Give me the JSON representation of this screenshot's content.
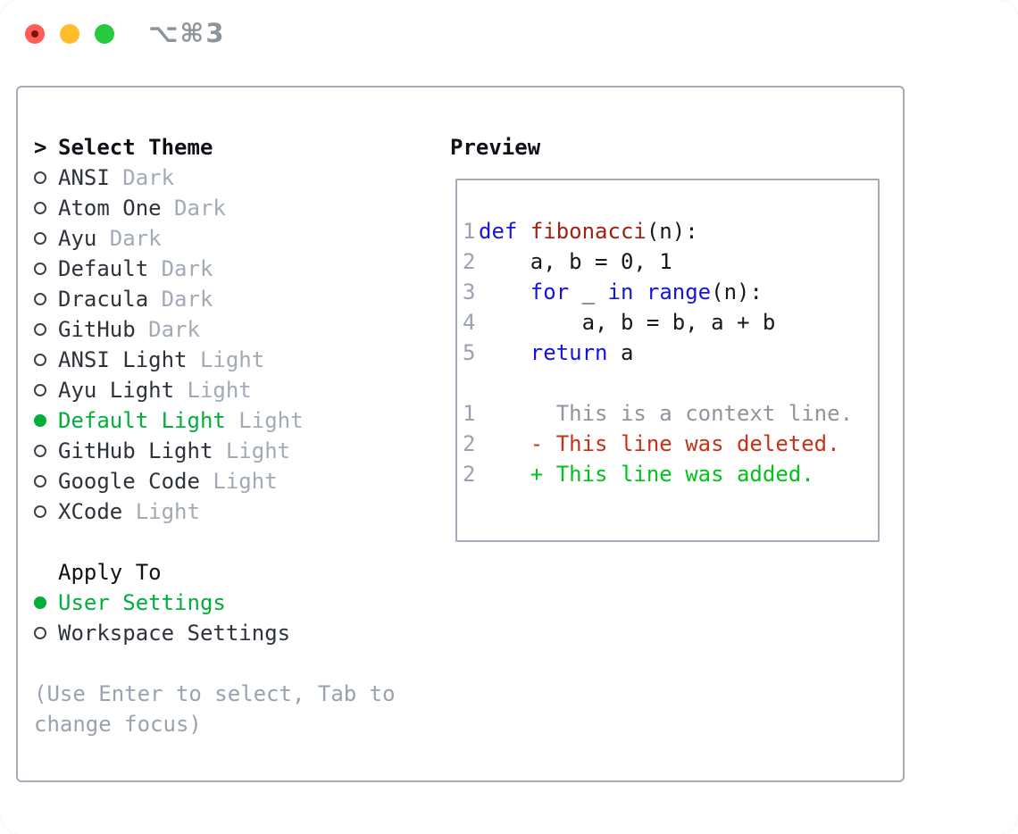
{
  "titlebar": {
    "shortcut": "⌥⌘3"
  },
  "colors": {
    "traffic_red": "#ff5d55",
    "traffic_yellow": "#ffbd2e",
    "traffic_green": "#27c93f",
    "close_dot": "#7d120b",
    "shortcut_gray": "#8e949c",
    "panel_border": "#a5acb8",
    "header_text": "#0e1116",
    "item_text": "#2e333b",
    "tag_gray": "#a2aab6",
    "hint_gray": "#99a2ae",
    "radio_outline": "#3d434c",
    "accent_green": "#00ae3a",
    "keyword_blue": "#1414e0",
    "function_red": "#a3200f",
    "code_text": "#15181d",
    "line_number_gray": "#9aa2b0",
    "context_gray": "#8f959e",
    "deleted_red": "#c93018",
    "added_green": "#00c31b"
  },
  "theme_panel": {
    "title_marker": ">",
    "title": "Select Theme",
    "themes": [
      {
        "name": "ANSI",
        "variant": "Dark",
        "selected": false
      },
      {
        "name": "Atom One",
        "variant": "Dark",
        "selected": false
      },
      {
        "name": "Ayu",
        "variant": "Dark",
        "selected": false
      },
      {
        "name": "Default",
        "variant": "Dark",
        "selected": false
      },
      {
        "name": "Dracula",
        "variant": "Dark",
        "selected": false
      },
      {
        "name": "GitHub",
        "variant": "Dark",
        "selected": false
      },
      {
        "name": "ANSI Light",
        "variant": "Light",
        "selected": false
      },
      {
        "name": "Ayu Light",
        "variant": "Light",
        "selected": false
      },
      {
        "name": "Default Light",
        "variant": "Light",
        "selected": true
      },
      {
        "name": "GitHub Light",
        "variant": "Light",
        "selected": false
      },
      {
        "name": "Google Code",
        "variant": "Light",
        "selected": false
      },
      {
        "name": "XCode",
        "variant": "Light",
        "selected": false
      }
    ],
    "apply_to": {
      "title": "Apply To",
      "options": [
        {
          "name": "User Settings",
          "selected": true
        },
        {
          "name": "Workspace Settings",
          "selected": false
        }
      ]
    },
    "hint_lines": [
      "(Use Enter to select, Tab to",
      "change focus)"
    ]
  },
  "preview": {
    "title": "Preview",
    "code_lines": [
      {
        "num": "1",
        "tokens": [
          {
            "text": "def",
            "type": "keyword"
          },
          {
            "text": " ",
            "type": "plain"
          },
          {
            "text": "fibonacci",
            "type": "function"
          },
          {
            "text": "(n):",
            "type": "plain"
          }
        ]
      },
      {
        "num": "2",
        "tokens": [
          {
            "text": "    a, b = 0, 1",
            "type": "plain"
          }
        ]
      },
      {
        "num": "3",
        "tokens": [
          {
            "text": "    ",
            "type": "plain"
          },
          {
            "text": "for",
            "type": "keyword"
          },
          {
            "text": " _ ",
            "type": "plain"
          },
          {
            "text": "in",
            "type": "keyword"
          },
          {
            "text": " ",
            "type": "plain"
          },
          {
            "text": "range",
            "type": "keyword"
          },
          {
            "text": "(n):",
            "type": "plain"
          }
        ]
      },
      {
        "num": "4",
        "tokens": [
          {
            "text": "        a, b = b, a + b",
            "type": "plain"
          }
        ]
      },
      {
        "num": "5",
        "tokens": [
          {
            "text": "    ",
            "type": "plain"
          },
          {
            "text": "return",
            "type": "keyword"
          },
          {
            "text": " a",
            "type": "plain"
          }
        ]
      }
    ],
    "diff_lines": [
      {
        "num": "1",
        "kind": "context",
        "text": "      This is a context line."
      },
      {
        "num": "2",
        "kind": "deleted",
        "text": "    - This line was deleted."
      },
      {
        "num": "2",
        "kind": "added",
        "text": "    + This line was added."
      }
    ]
  }
}
